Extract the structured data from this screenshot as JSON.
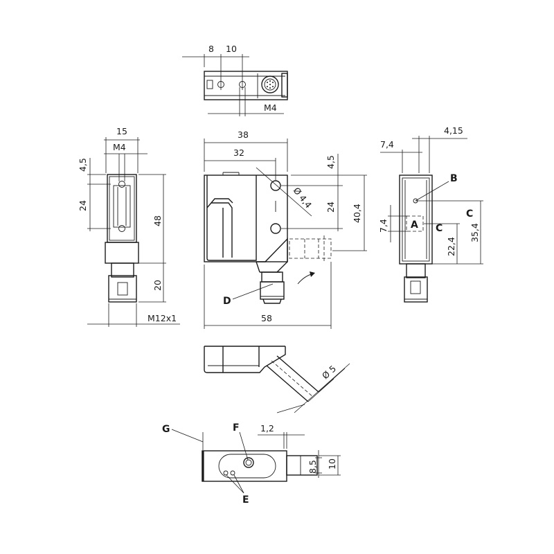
{
  "dims": {
    "top_8": "8",
    "top_10": "10",
    "top_m4": "M4",
    "left_15": "15",
    "left_m4": "M4",
    "left_4_5": "4,5",
    "left_24": "24",
    "left_48": "48",
    "left_20": "20",
    "left_m12": "M12x1",
    "front_38": "38",
    "front_32": "32",
    "front_4_5": "4,5",
    "front_phi_4_4": "Ø 4,4",
    "front_24": "24",
    "front_40_4": "40,4",
    "front_58": "58",
    "right_4_15": "4,15",
    "right_7_4_top": "7,4",
    "right_7_4_side": "7,4",
    "right_22_4": "22,4",
    "right_35_4": "35,4",
    "cable_phi_5": "Ø 5",
    "bottom_1_2": "1,2",
    "bottom_8_5": "8,5",
    "bottom_10": "10"
  },
  "labels": {
    "A": "A",
    "B": "B",
    "C": "C",
    "D": "D",
    "E": "E",
    "F": "F",
    "G": "G"
  }
}
